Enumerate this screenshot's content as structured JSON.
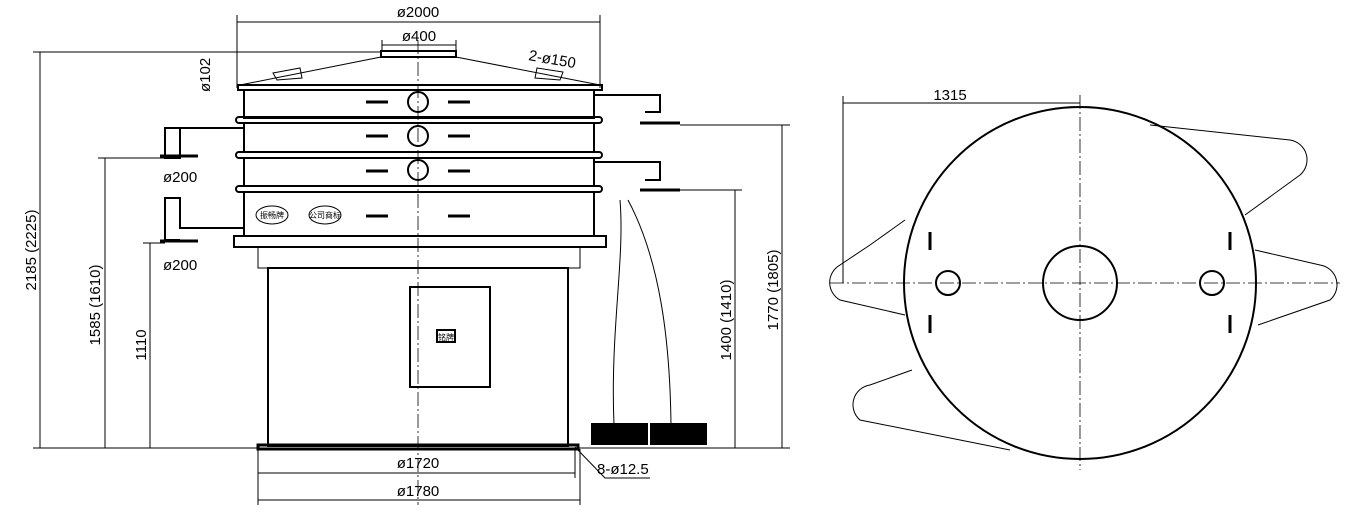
{
  "front_view": {
    "dims": {
      "top_diameter": "ø2000",
      "inlet_diameter": "ø400",
      "outlet_ports": "2-ø150",
      "side_port": "ø102",
      "outlet_upper": "ø200",
      "outlet_lower": "ø200",
      "total_height": "2185 (2225)",
      "height_1585": "1585 (1610)",
      "height_1110": "1110",
      "height_1400": "1400 (1410)",
      "height_1770": "1770 (1805)",
      "base_inner": "ø1720",
      "base_outer": "ø1780",
      "bolt_holes": "8-ø12.5"
    },
    "plates": {
      "brand": "振畅牌",
      "company_logo": "公司商标",
      "nameplate": "铭牌"
    }
  },
  "top_view": {
    "dims": {
      "radius_span": "1315"
    }
  }
}
